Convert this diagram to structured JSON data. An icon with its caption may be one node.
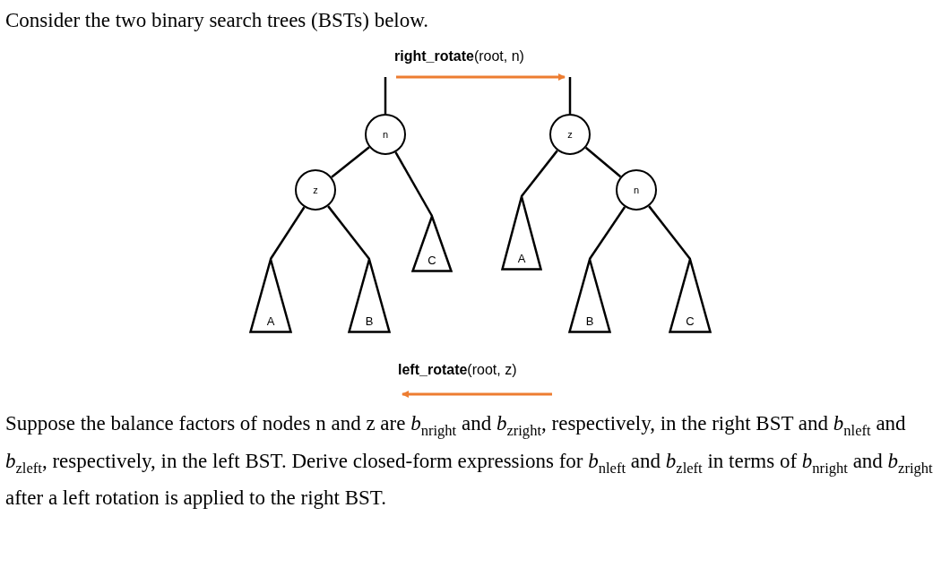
{
  "diagram": {
    "title": "Consider the two binary search trees (BSTs) below.",
    "caption": "Suppose the balance factors of nodes n and z are *b*$_{nright}$ and *b*$_{zright}$, respectively, in the right BST and *b*$_{nleft}$ and *b*$_{zleft}$, respectively, in the left BST. Derive closed-form expressions for *b*$_{nleft}$ and *b*$_{zleft}$ in terms of *b*$_{nright}$ and *b*$_{zright}$ after a left rotation is applied to the right BST.",
    "nodes": [
      {
        "text": [
          "n"
        ]
      },
      {
        "text": [
          "z"
        ]
      },
      {
        "text": [
          "C"
        ]
      },
      {
        "text": [
          "A"
        ]
      },
      {
        "text": [
          "B"
        ]
      },
      {
        "text": [
          "z"
        ]
      },
      {
        "text": [
          "A"
        ]
      },
      {
        "text": [
          "n"
        ]
      },
      {
        "text": [
          "B"
        ]
      },
      {
        "text": [
          "C"
        ]
      }
    ],
    "edges": [
      {
        "from": null,
        "to": 0,
        "arrow": "none"
      },
      {
        "from": 0,
        "to": 1,
        "arrow": "none"
      },
      {
        "from": 0,
        "to": 2,
        "arrow": "none"
      },
      {
        "from": 1,
        "to": 3,
        "arrow": "none"
      },
      {
        "from": 1,
        "to": 4,
        "arrow": "none"
      },
      {
        "from": null,
        "to": 5,
        "arrow": "none"
      },
      {
        "from": 5,
        "to": 6,
        "arrow": "none"
      },
      {
        "from": 5,
        "to": 7,
        "arrow": "none"
      },
      {
        "from": 7,
        "to": 8,
        "arrow": "none"
      },
      {
        "from": 7,
        "to": 9,
        "arrow": "none"
      }
    ],
    "labels": [
      "**right_rotate**(root, n)",
      "**left_rotate**(root, z)"
    ]
  }
}
